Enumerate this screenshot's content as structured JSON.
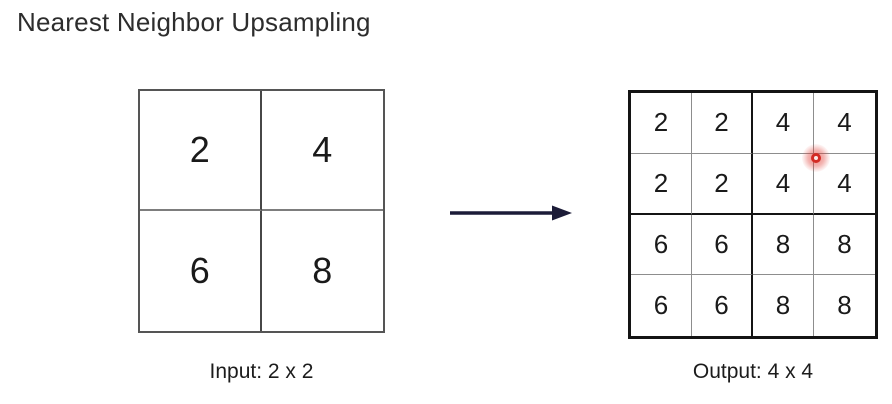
{
  "title": "Nearest Neighbor Upsampling",
  "input": {
    "label": "Input: 2 x 2",
    "rows": [
      [
        "2",
        "4"
      ],
      [
        "6",
        "8"
      ]
    ]
  },
  "output": {
    "label": "Output: 4 x 4",
    "rows": [
      [
        "2",
        "2",
        "4",
        "4"
      ],
      [
        "2",
        "2",
        "4",
        "4"
      ],
      [
        "6",
        "6",
        "8",
        "8"
      ],
      [
        "6",
        "6",
        "8",
        "8"
      ]
    ]
  },
  "arrow": {
    "direction": "right",
    "color": "#1c1c38"
  },
  "marker": {
    "type": "cursor-click-indicator",
    "ring_color": "#d32b24",
    "glow_color": "#e03a32"
  },
  "colors": {
    "background": "#ffffff",
    "text": "#1a1a1a",
    "grid_outer_thick": "#141414",
    "grid_thin": "#8d8d8d"
  }
}
